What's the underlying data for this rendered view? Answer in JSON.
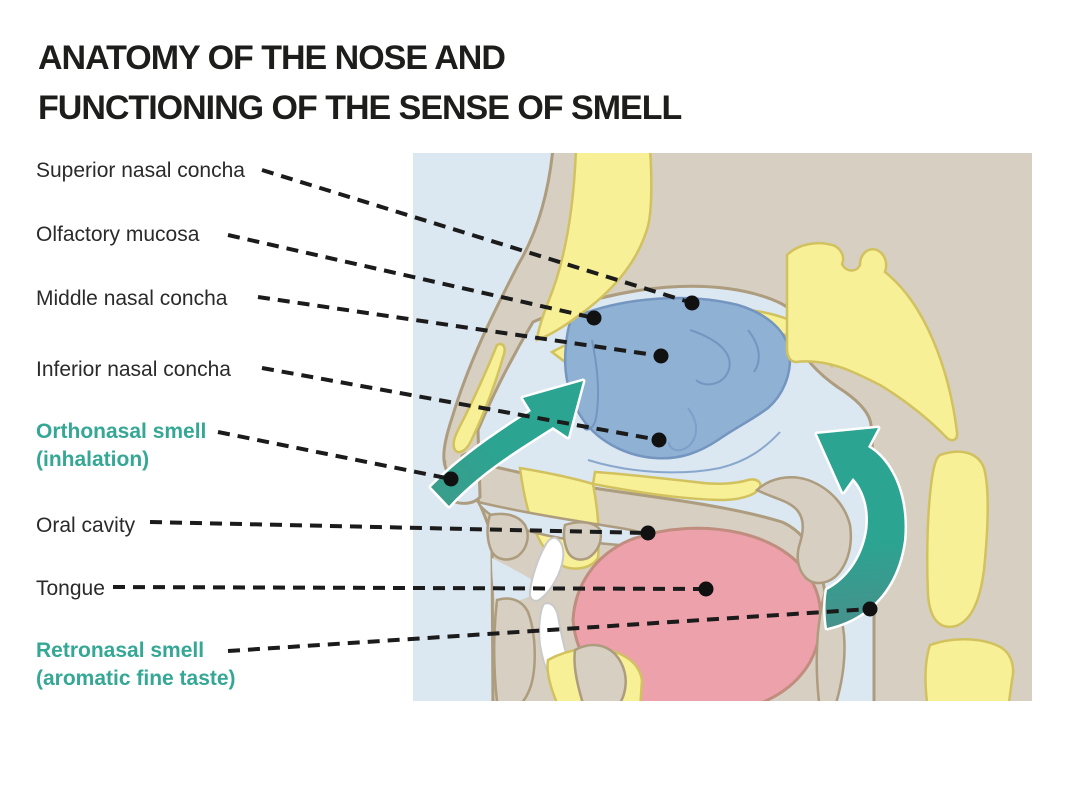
{
  "title": {
    "line1": "ANATOMY OF THE NOSE AND",
    "line2": "FUNCTIONING OF THE SENSE OF SMELL"
  },
  "labels": {
    "superior_concha": "Superior nasal concha",
    "olfactory_mucosa": "Olfactory mucosa",
    "middle_concha": "Middle nasal concha",
    "inferior_concha": "Inferior nasal concha",
    "orthonasal": {
      "line1": "Orthonasal smell",
      "line2": "(inhalation)"
    },
    "oral_cavity": "Oral cavity",
    "tongue": "Tongue",
    "retronasal": {
      "line1": "Retronasal smell",
      "line2": "(aromatic fine taste)"
    }
  },
  "colors": {
    "accent_teal": "#35A795",
    "arrow_teal": "#2BA492",
    "arrow_teal_dark": "#47918B",
    "text_black": "#1D1D1B",
    "cavity_blue": "#DBE7F1",
    "bone_yellow": "#F7F096",
    "bone_outline": "#D2C25F",
    "tissue_tan": "#D6CFC2",
    "tissue_outline": "#AD9C7E",
    "concha_blue": "#8FB1D4",
    "concha_outline": "#7495BF",
    "tongue_pink": "#EDA1AB",
    "tongue_outline": "#C08D7E",
    "teeth_white": "#FFFFFF",
    "leader_black": "#1B1B1B"
  }
}
